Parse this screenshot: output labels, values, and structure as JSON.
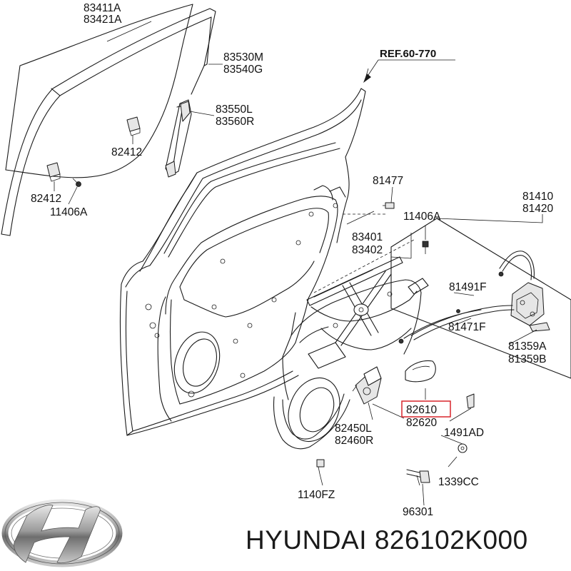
{
  "reference": "REF.60-770",
  "brand": "HYUNDAI",
  "part_number": "826102K000",
  "highlighted_part": "82610",
  "highlight_color": "#d9252b",
  "logo": "hyundai-logo",
  "labels": {
    "p83411A": "83411A",
    "p83421A": "83421A",
    "p83530M": "83530M",
    "p83540G": "83540G",
    "p83550L": "83550L",
    "p83560R": "83560R",
    "p82412a": "82412",
    "p82412b": "82412",
    "p11406Aa": "11406A",
    "p81477": "81477",
    "p11406Ab": "11406A",
    "p81410": "81410",
    "p81420": "81420",
    "p83401": "83401",
    "p83402": "83402",
    "p81491F": "81491F",
    "p81471F": "81471F",
    "p81359A": "81359A",
    "p81359B": "81359B",
    "p82610": "82610",
    "p82620": "82620",
    "p82450L": "82450L",
    "p82460R": "82460R",
    "p1491AD": "1491AD",
    "p1339CC": "1339CC",
    "p1140FZ": "1140FZ",
    "p96301": "96301"
  }
}
